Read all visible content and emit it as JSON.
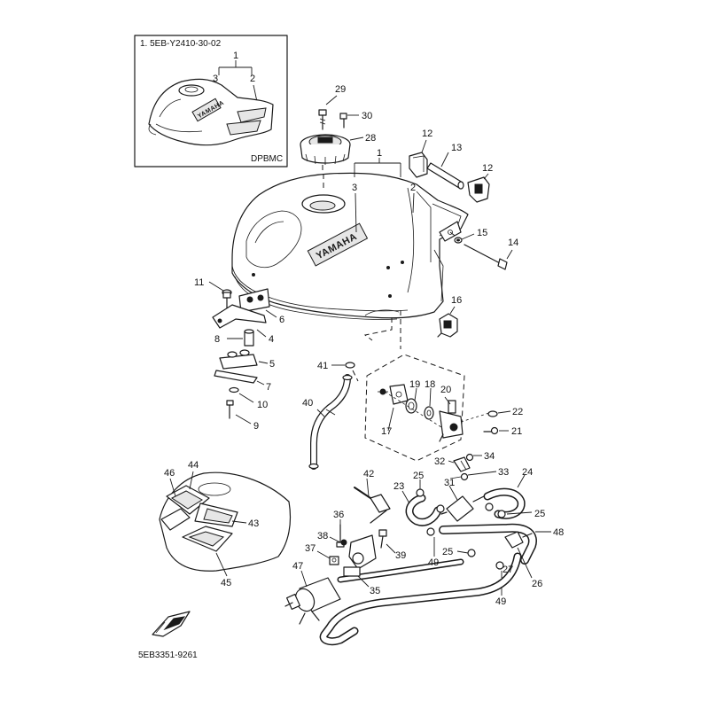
{
  "inset": {
    "caption": "1. 5EB-Y2410-30-02",
    "code": "DPBMC",
    "labels": {
      "l1": "1",
      "l2": "2",
      "l3": "3"
    }
  },
  "tank_logo": "YAMAHA",
  "footer_code": "5EB3351-9261",
  "parts": {
    "p1": "1",
    "p2": "2",
    "p3": "3",
    "p4": "4",
    "p5": "5",
    "p6": "6",
    "p7": "7",
    "p8": "8",
    "p9": "9",
    "p10": "10",
    "p11": "11",
    "p12a": "12",
    "p12b": "12",
    "p13": "13",
    "p14": "14",
    "p15": "15",
    "p16": "16",
    "p17": "17",
    "p18": "18",
    "p19": "19",
    "p20": "20",
    "p21": "21",
    "p22": "22",
    "p23": "23",
    "p24": "24",
    "p25a": "25",
    "p25b": "25",
    "p25c": "25",
    "p26": "26",
    "p27": "27",
    "p28": "28",
    "p29": "29",
    "p30": "30",
    "p31": "31",
    "p32": "32",
    "p33": "33",
    "p34": "34",
    "p35": "35",
    "p36": "36",
    "p37": "37",
    "p38": "38",
    "p39": "39",
    "p40": "40",
    "p41": "41",
    "p42": "42",
    "p43": "43",
    "p44": "44",
    "p45": "45",
    "p46": "46",
    "p47": "47",
    "p48": "48",
    "p49a": "49",
    "p49b": "49"
  }
}
